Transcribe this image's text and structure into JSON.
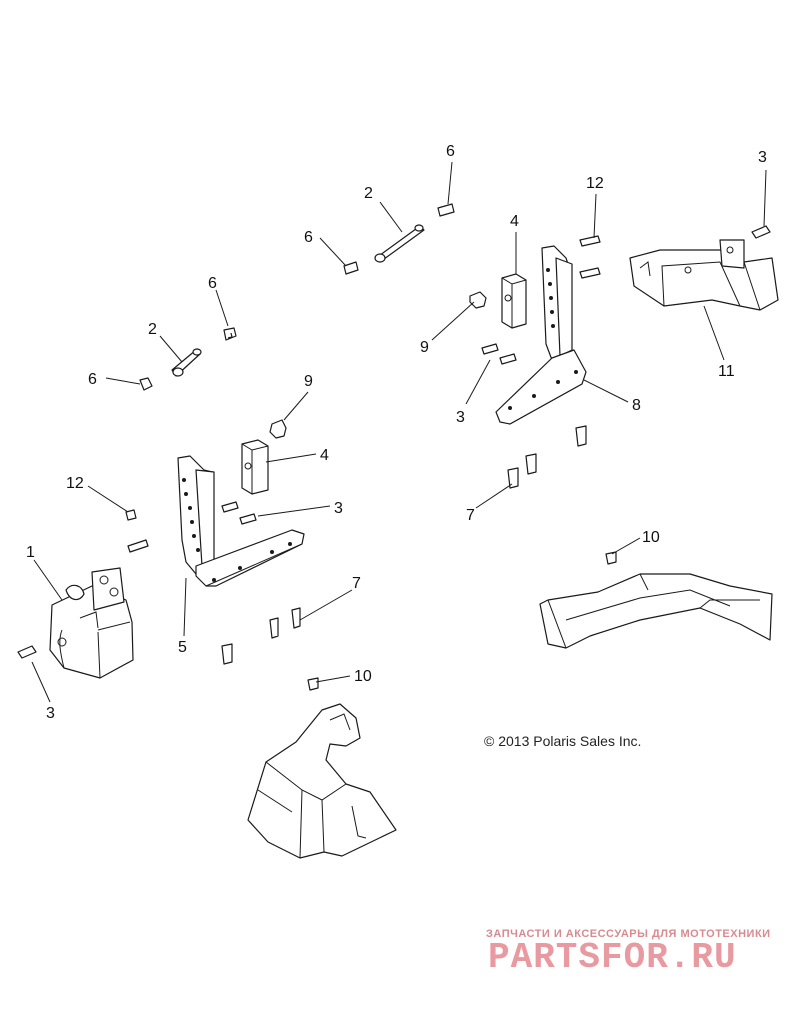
{
  "callouts": {
    "c1": "1",
    "c2a": "2",
    "c2b": "2",
    "c3a": "3",
    "c3b": "3",
    "c3c": "3",
    "c3d": "3",
    "c4a": "4",
    "c4b": "4",
    "c5": "5",
    "c6a": "6",
    "c6b": "6",
    "c6c": "6",
    "c6d": "6",
    "c7a": "7",
    "c7b": "7",
    "c8": "8",
    "c9a": "9",
    "c9b": "9",
    "c10a": "10",
    "c10b": "10",
    "c11": "11",
    "c12a": "12",
    "c12b": "12"
  },
  "copyright": "© 2013 Polaris Sales Inc.",
  "watermark": {
    "tagline": "ЗАПЧАСТИ И АКСЕССУАРЫ ДЛЯ МОТОТЕХНИКИ",
    "logo": "PARTSFOR.RU"
  },
  "colors": {
    "line": "#1a1a1a",
    "watermark": "#e89aa0"
  }
}
